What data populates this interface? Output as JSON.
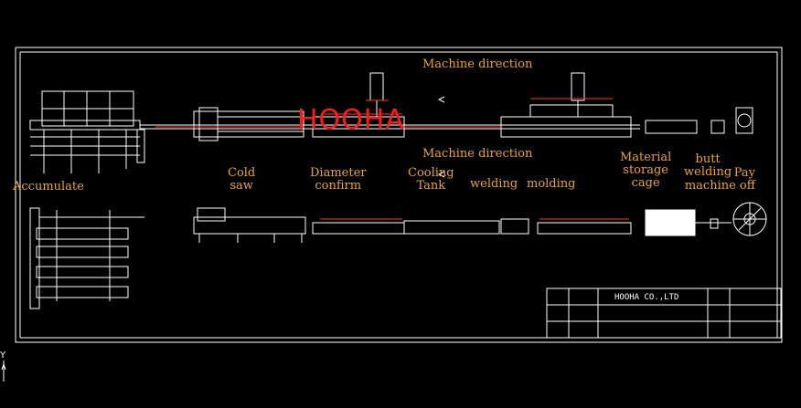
{
  "watermark": "HOOHA",
  "labels": {
    "machine_direction_top": "Machine direction",
    "machine_direction_mid": "Machine direction",
    "accumulate": "Accumulate",
    "cold_saw": "Cold\nsaw",
    "diameter_confirm": "Diameter\nconfirm",
    "cooling_tank": "Cooling\nTank",
    "welding": "welding",
    "molding": "molding",
    "material_storage_cage": "Material\nstorage\ncage",
    "butt_welding": "butt\nwelding",
    "pay_off": "Pay\nmachine off"
  },
  "title_block": {
    "company": "HOOHA CO.,LTD"
  },
  "axis": {
    "y": "Y"
  },
  "colors": {
    "background": "#000000",
    "lines": "#ffffff",
    "labels": "#e8a33b",
    "watermark": "#ff1a1a",
    "accent": "#ff3030"
  }
}
